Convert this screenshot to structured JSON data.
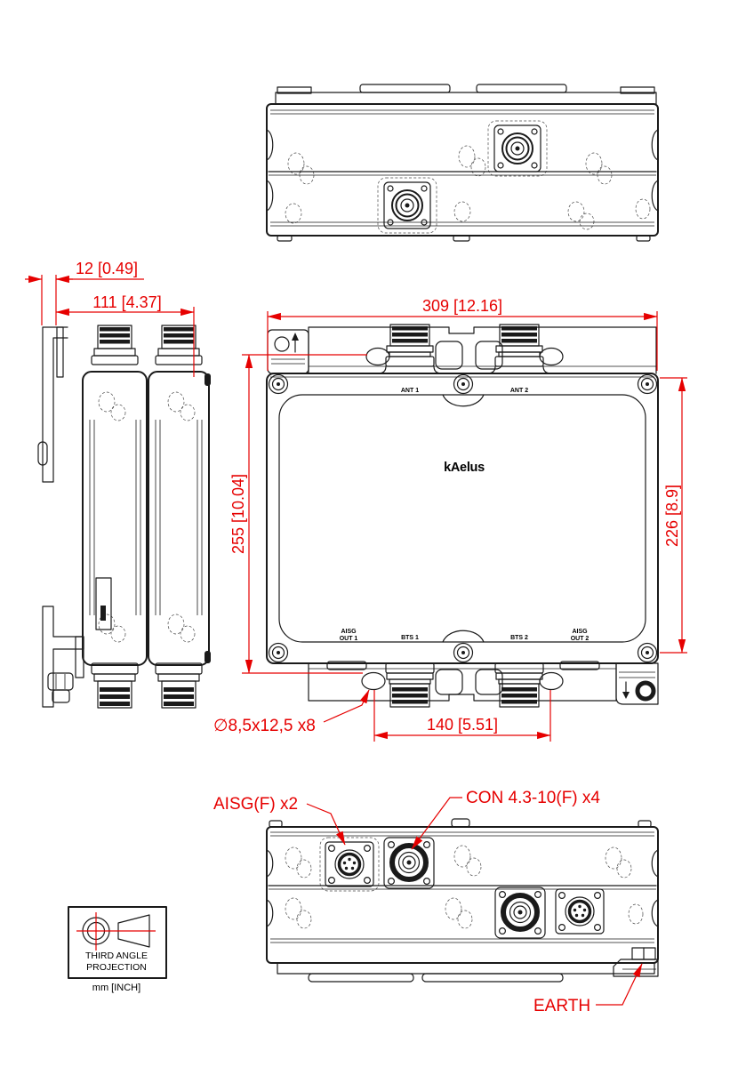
{
  "drawing": {
    "logo": "kAelus",
    "dimensions": {
      "bracket_offset": "12 [0.49]",
      "depth": "111 [4.37]",
      "width": "309 [12.16]",
      "mount_hole_vertical": "255 [10.04]",
      "body_height": "226 [8.9]",
      "mount_hole_horizontal": "140 [5.51]",
      "mount_slot_size": "∅8,5x12,5 x8"
    },
    "port_labels": {
      "ant1": "ANT 1",
      "ant2": "ANT 2",
      "aisg_out1_line1": "AISG",
      "aisg_out1_line2": "OUT 1",
      "bts1": "BTS 1",
      "bts2": "BTS 2",
      "aisg_out2_line1": "AISG",
      "aisg_out2_line2": "OUT 2"
    },
    "callouts": {
      "aisg_connector": "AISG(F) x2",
      "rf_connector": "CON 4.3-10(F) x4",
      "earth": "EARTH"
    },
    "projection_box": {
      "line1": "THIRD ANGLE",
      "line2": "PROJECTION",
      "units": "mm [INCH]"
    },
    "colors": {
      "dimension_red": "#e60000",
      "line_black": "#1a1a1a"
    }
  }
}
